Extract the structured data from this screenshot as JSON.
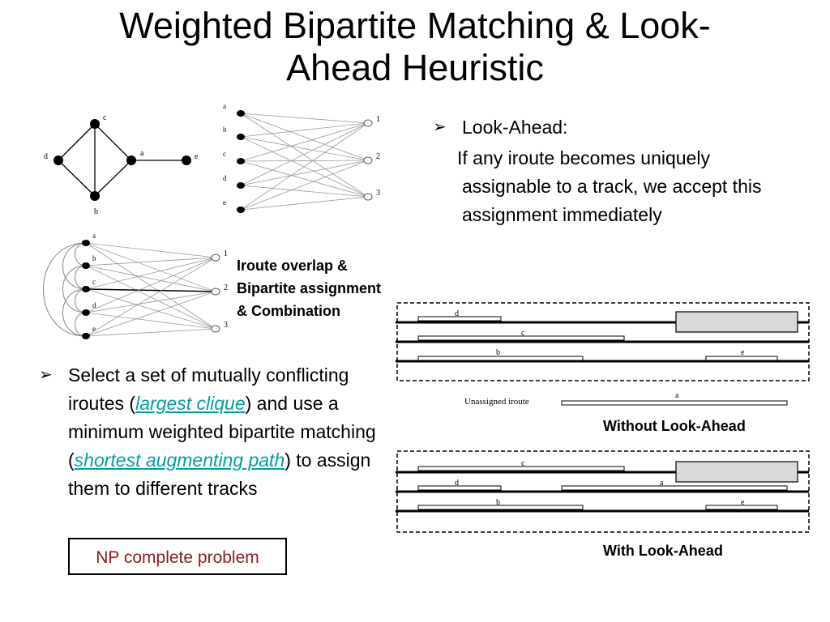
{
  "slide": {
    "title_line1": "Weighted Bipartite Matching & Look-",
    "title_line2": "Ahead Heuristic"
  },
  "graph": {
    "node_labels": {
      "a": "a",
      "b": "b",
      "c": "c",
      "d": "d",
      "e": "e"
    }
  },
  "bipartite": {
    "left_labels": [
      "a",
      "b",
      "c",
      "d",
      "e"
    ],
    "right_labels": [
      "1",
      "2",
      "3"
    ]
  },
  "combined": {
    "left_labels": [
      "a",
      "b",
      "c",
      "d",
      "e"
    ],
    "right_labels": [
      "1",
      "2",
      "3"
    ],
    "caption_lines": [
      "Iroute overlap &",
      "Bipartite assignment",
      "& Combination"
    ]
  },
  "lookahead": {
    "marker": "➢",
    "heading": "Look-Ahead:",
    "body": "If any iroute becomes uniquely assignable to a track, we accept this assignment immediately"
  },
  "left_bullet": {
    "marker": "➢",
    "text_before_clique": "Select a set of mutually conflicting iroutes (",
    "clique_link": "largest clique",
    "text_after_clique": ") and use a minimum weighted bipartite matching (",
    "path_link": "shortest augmenting path",
    "text_end": ") to assign them to different tracks"
  },
  "np_box": {
    "label": "NP complete problem"
  },
  "without_lookahead": {
    "segment_labels": {
      "d": "d",
      "c": "c",
      "b": "b",
      "e": "e",
      "a": "a"
    },
    "unassigned_label": "Unassigned iroute",
    "caption": "Without Look-Ahead"
  },
  "with_lookahead": {
    "segment_labels": {
      "c": "c",
      "d": "d",
      "a": "a",
      "b": "b",
      "e": "e"
    },
    "caption": "With Look-Ahead"
  },
  "colors": {
    "link": "#00a0a0",
    "np_text": "#8b1c1c",
    "blocked_fill": "#d9d9d9"
  }
}
